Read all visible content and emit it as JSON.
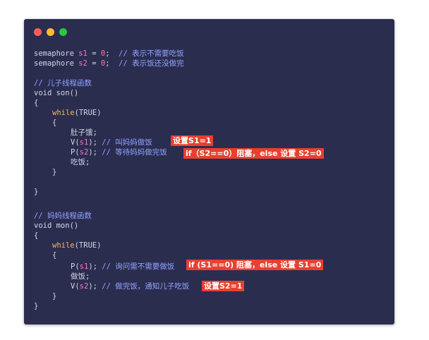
{
  "colors": {
    "window_bg": "#2b2d4f",
    "dot_close": "#ff5f56",
    "dot_minimize": "#ffbd2e",
    "dot_maximize": "#27c93f",
    "annotation_bg": "#e8402e"
  },
  "code": {
    "l1_type": "semaphore",
    "l1_var": "s1",
    "l1_eq": " = ",
    "l1_val": "0",
    "l1_semi": ";",
    "l1_comment": "  // 表示不需要吃饭",
    "l2_type": "semaphore",
    "l2_var": "s2",
    "l2_eq": " = ",
    "l2_val": "0",
    "l2_semi": ";",
    "l2_comment": "  // 表示饭还没做完",
    "son_comment": "// 儿子线程函数",
    "son_sig": "void son()",
    "brace_open": "{",
    "son_while_kw": "while",
    "son_while_rest": "(TRUE)",
    "son_inner_open": "{",
    "son_hungry": "肚子饿;",
    "son_v_pre": "V(",
    "son_v_var": "s1",
    "son_v_post": ");",
    "son_v_comment": " // 叫妈妈做饭",
    "son_p_pre": "P(",
    "son_p_var": "s2",
    "son_p_post": ");",
    "son_p_comment": " // 等待妈妈做完饭",
    "son_eat": "吃饭;",
    "son_inner_close": "}",
    "brace_close": "}",
    "mom_comment": "// 妈妈线程函数",
    "mom_sig": "void mon()",
    "mom_brace_open": "{",
    "mom_while_kw": "while",
    "mom_while_rest": "(TRUE)",
    "mom_inner_open": "{",
    "mom_p_pre": "P(",
    "mom_p_var": "s1",
    "mom_p_post": ");",
    "mom_p_comment": " // 询问需不需要做饭",
    "mom_cook": "做饭;",
    "mom_v_pre": "V(",
    "mom_v_var": "s2",
    "mom_v_post": ");",
    "mom_v_comment": " // 做完饭，通知儿子吃饭",
    "mom_inner_close": "}",
    "mom_brace_close": "}"
  },
  "annotations": {
    "a1": "设置S1=1",
    "a2": "if（S2==0）阻塞，else 设置 S2=0",
    "a3": "if (S1==0) 阻塞，else 设置 S1=0",
    "a4": "设置S2=1"
  }
}
